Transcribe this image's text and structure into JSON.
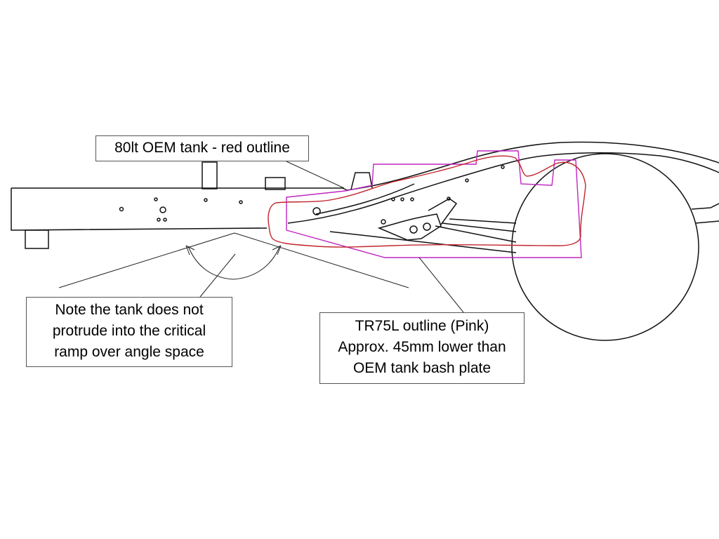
{
  "callouts": {
    "oem_tank": {
      "line1": "80lt OEM tank - red outline"
    },
    "ramp_angle": {
      "line1": "Note the tank does not",
      "line2": "protrude into the critical",
      "line3": "ramp over angle space"
    },
    "tr75": {
      "line1": "TR75L  outline (Pink)",
      "line2": "Approx. 45mm lower than",
      "line3": "OEM tank bash plate"
    }
  },
  "colors": {
    "oem_outline": "#c0262c",
    "tr75_outline": "#c026c0",
    "chassis_line": "#111111"
  }
}
